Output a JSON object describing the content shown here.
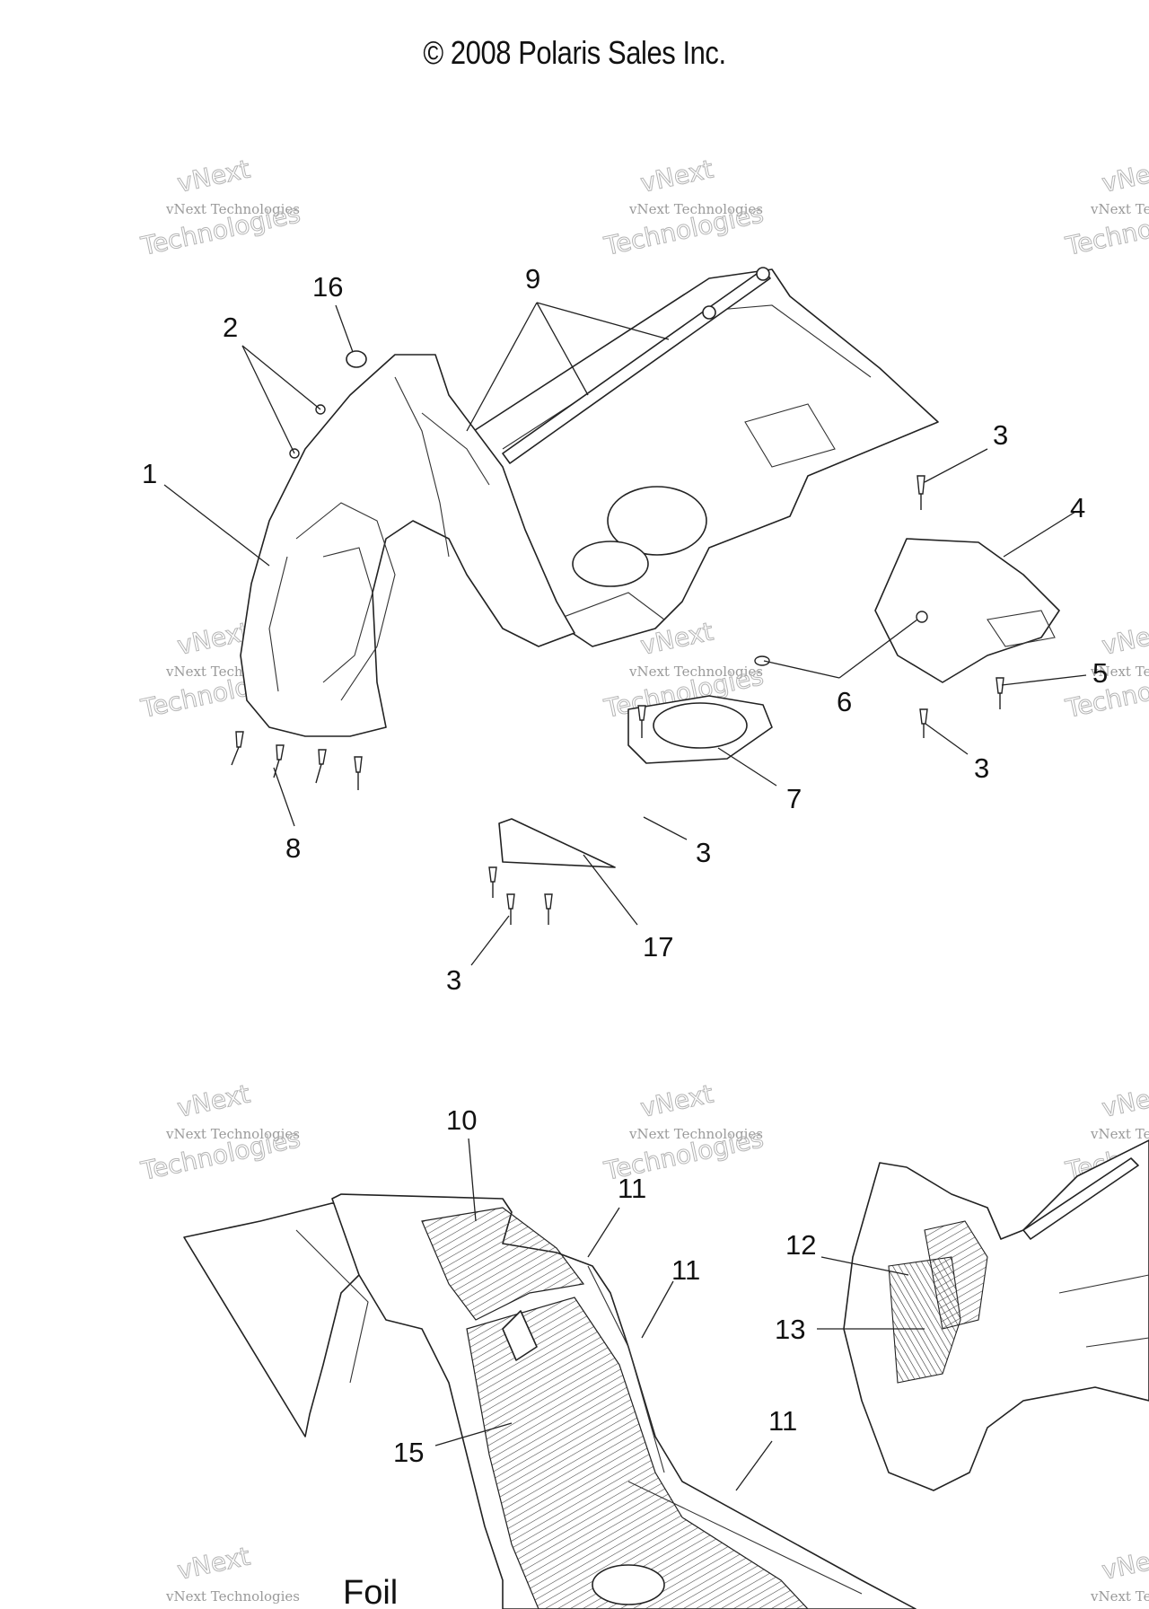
{
  "copyright": "© 2008 Polaris Sales Inc.",
  "watermark": {
    "line1": "vNext Technologies",
    "line2": "vNext",
    "line3": "Technologies"
  },
  "callouts": [
    {
      "id": "c16",
      "text": "16"
    },
    {
      "id": "c2",
      "text": "2"
    },
    {
      "id": "c9",
      "text": "9"
    },
    {
      "id": "c1",
      "text": "1"
    },
    {
      "id": "c3a",
      "text": "3"
    },
    {
      "id": "c4",
      "text": "4"
    },
    {
      "id": "c5",
      "text": "5"
    },
    {
      "id": "c6",
      "text": "6"
    },
    {
      "id": "c3b",
      "text": "3"
    },
    {
      "id": "c7",
      "text": "7"
    },
    {
      "id": "c3c",
      "text": "3"
    },
    {
      "id": "c8",
      "text": "8"
    },
    {
      "id": "c17",
      "text": "17"
    },
    {
      "id": "c3d",
      "text": "3"
    },
    {
      "id": "c10",
      "text": "10"
    },
    {
      "id": "c11a",
      "text": "11"
    },
    {
      "id": "c11b",
      "text": "11"
    },
    {
      "id": "c12",
      "text": "12"
    },
    {
      "id": "c13",
      "text": "13"
    },
    {
      "id": "c15",
      "text": "15"
    },
    {
      "id": "c11c",
      "text": "11"
    }
  ],
  "foil_label": "Foil"
}
